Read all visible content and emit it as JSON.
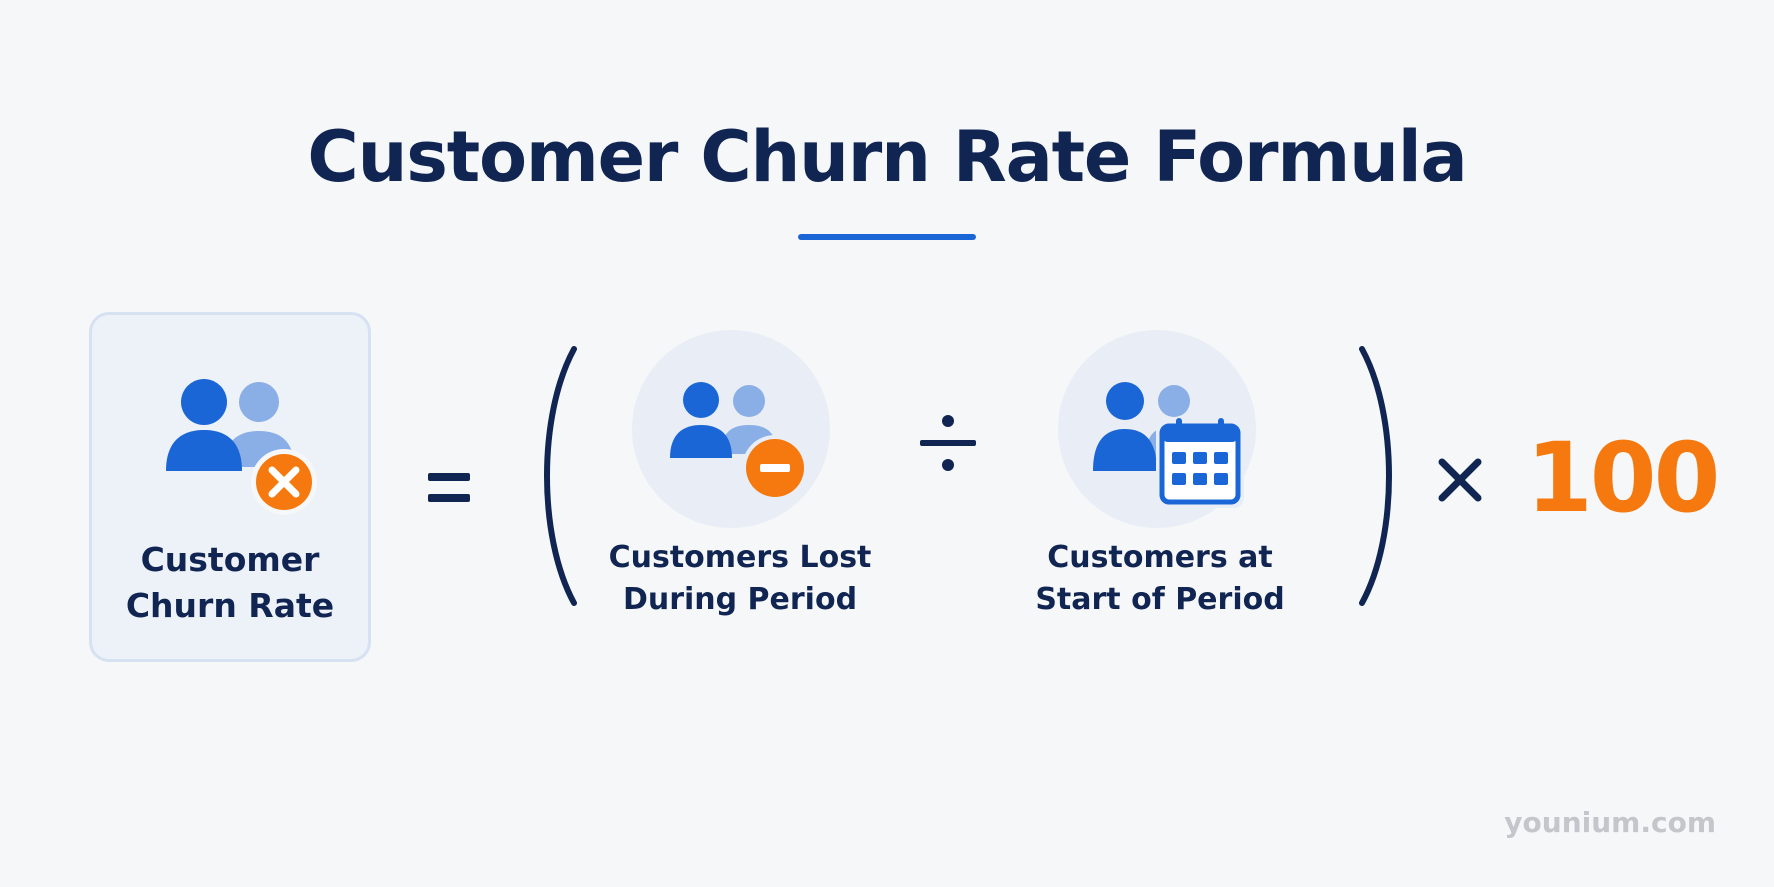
{
  "title": "Customer Churn Rate Formula",
  "result": {
    "label_line1": "Customer",
    "label_line2": "Churn Rate"
  },
  "numerator": {
    "label_line1": "Customers Lost",
    "label_line2": "During Period"
  },
  "denominator": {
    "label_line1": "Customers at",
    "label_line2": "Start of Period"
  },
  "operators": {
    "equals": "=",
    "divide": "÷",
    "multiply": "×"
  },
  "multiplier": "100",
  "watermark": "younium.com",
  "colors": {
    "title": "#112553",
    "accent_blue": "#1a66d6",
    "light_blue": "#8aaee6",
    "accent_orange": "#f5790e",
    "background": "#f6f7f9"
  },
  "icons": {
    "result": "users-remove-icon",
    "numerator": "users-minus-icon",
    "denominator": "users-calendar-icon"
  }
}
